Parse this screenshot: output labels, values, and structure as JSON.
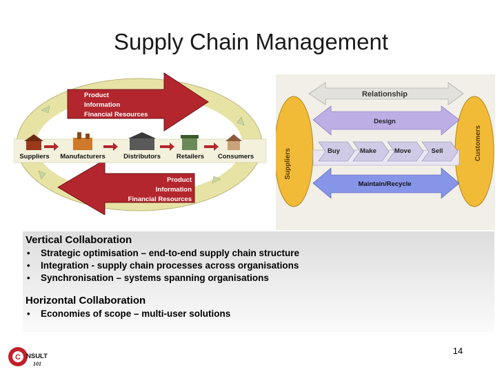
{
  "title": "Supply Chain Management",
  "left_diagram": {
    "top_arrow_labels": [
      "Product",
      "Information",
      "Financial Resources"
    ],
    "bottom_arrow_labels": [
      "Product",
      "Information",
      "Financial Resources"
    ],
    "chain_nodes": [
      "Suppliers",
      "Manufacturers",
      "Distributors",
      "Retailers",
      "Consumers"
    ]
  },
  "right_diagram": {
    "left_end": "Suppliers",
    "right_end": "Customers",
    "top_label": "Relationship",
    "upper_arrow": "Design",
    "steps": [
      "Buy",
      "Make",
      "Move",
      "Sell"
    ],
    "lower_arrow": "Maintain/Recycle"
  },
  "text": {
    "vertical_header": "Vertical Collaboration",
    "vertical_bullets": [
      "Strategic optimisation – end-to-end supply chain structure",
      "Integration - supply chain processes across organisations",
      "Synchronisation – systems spanning organisations"
    ],
    "horizontal_header": "Horizontal Collaboration",
    "horizontal_bullets": [
      "Economies of scope – multi-user solutions"
    ],
    "bullet_glyph": "•"
  },
  "page_number": "14",
  "logo": {
    "letter": "C",
    "word": "NSULT",
    "number": "101"
  },
  "colors": {
    "arrow_red": "#b3262d",
    "ellipse_yellow": "#e7e3a5",
    "supplier_yellow": "#f1bb37",
    "purple": "#bdaee6",
    "blue": "#8795e8",
    "panel_bg": "#e6e6e6"
  }
}
